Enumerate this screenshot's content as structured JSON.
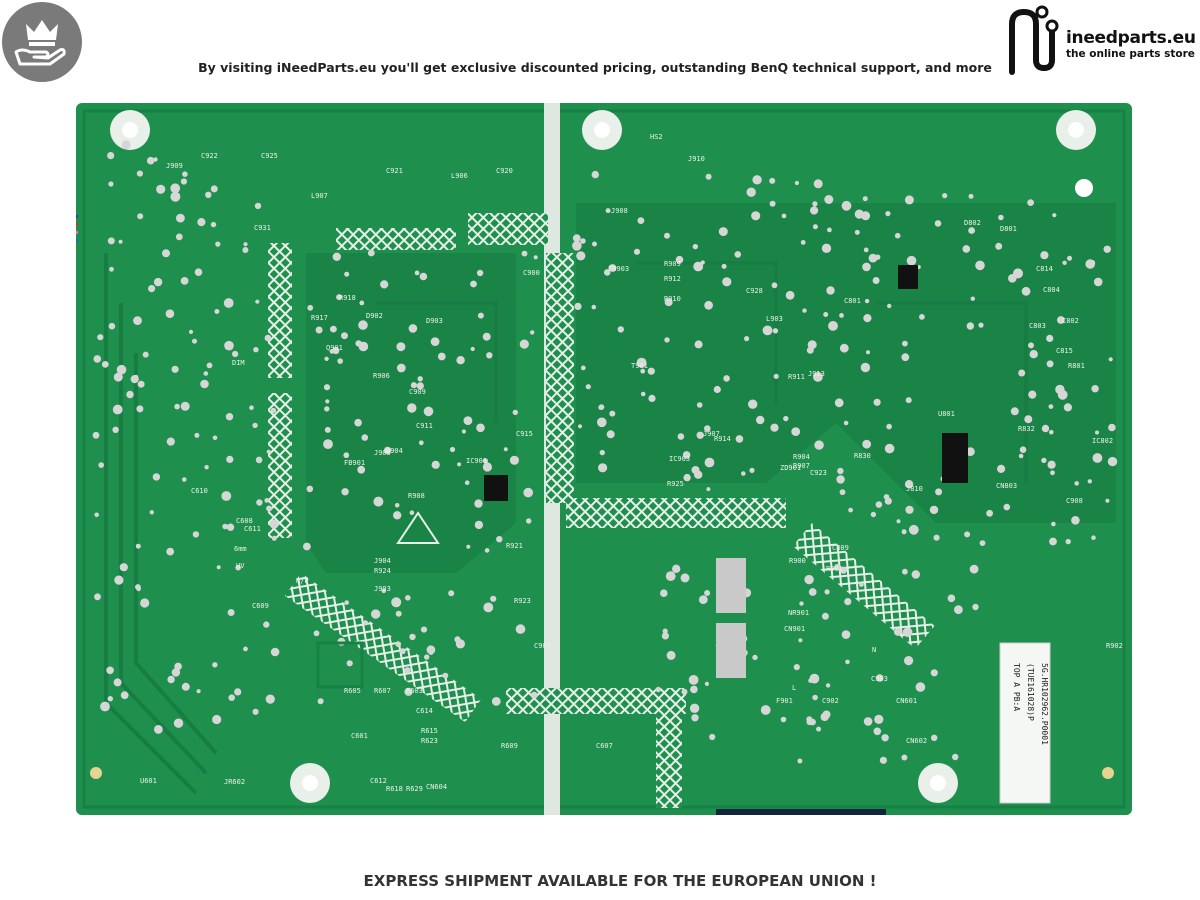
{
  "header": {
    "promo_text": "By visiting iNeedParts.eu you'll get exclusive discounted pricing, outstanding BenQ technical support, and more",
    "brand_name": "ineedparts.eu",
    "brand_tagline": "the online parts store"
  },
  "footer": {
    "shipping_text": "EXPRESS SHIPMENT AVAILABLE FOR THE EUROPEAN UNION !"
  },
  "board": {
    "silkscreen_labels": [
      "C922",
      "C925",
      "J909",
      "L907",
      "C921",
      "L906",
      "C920",
      "HS2",
      "J910",
      "J908",
      "FB903",
      "R909",
      "R912",
      "R910",
      "C931",
      "R918",
      "R917",
      "Q901",
      "D902",
      "D903",
      "R906",
      "C909",
      "C911",
      "D904",
      "J905",
      "FB901",
      "R908",
      "IC901",
      "R921",
      "J904",
      "R924",
      "J903",
      "R923",
      "C907",
      "C900",
      "C928",
      "L903",
      "T901",
      "R911",
      "J913",
      "J907",
      "R914",
      "ZD901",
      "R904",
      "C923",
      "R907",
      "R925",
      "IC903",
      "C915",
      "C801",
      "D802",
      "D801",
      "C814",
      "C804",
      "C802",
      "C803",
      "R801",
      "C815",
      "U801",
      "R832",
      "IC802",
      "R830",
      "C809",
      "J810",
      "CN803",
      "C908",
      "R902",
      "R901",
      "R900",
      "NR901",
      "CN901",
      "N",
      "L",
      "F901",
      "C902",
      "C903",
      "CN601",
      "CN602",
      "C607",
      "R609",
      "R605",
      "R607",
      "R603",
      "C614",
      "R615",
      "R623",
      "C601",
      "C612",
      "R618",
      "R629",
      "CN604",
      "JR602",
      "U601",
      "C609",
      "C610",
      "C608",
      "C611",
      "6mm",
      "HV",
      "DIM",
      "N/P"
    ],
    "label_sticker": [
      "TOP A PB:A",
      "(TUE161028)P",
      "5G.HR102962.P0001"
    ]
  },
  "colors": {
    "pcb_green": "#1f8f4e",
    "pcb_dark": "#156b39",
    "silk": "#e8f2ea",
    "pad": "#c9c9c9",
    "logo_grey": "#7a7a7a"
  },
  "icons": [
    "crown-hand-logo-icon",
    "ineedparts-logo-icon"
  ]
}
